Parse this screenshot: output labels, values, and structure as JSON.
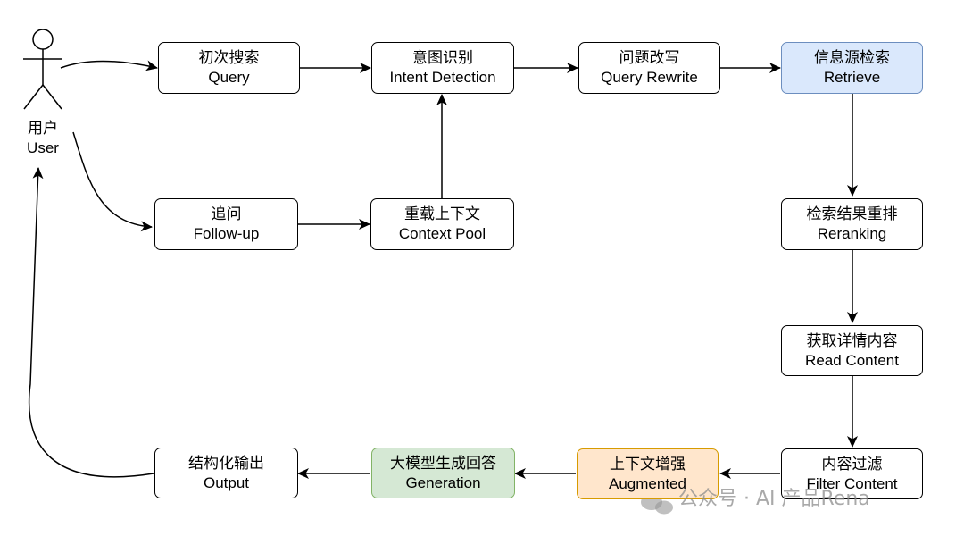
{
  "user": {
    "label_zh": "用户",
    "label_en": "User"
  },
  "nodes": {
    "query": {
      "zh": "初次搜索",
      "en": "Query"
    },
    "intent": {
      "zh": "意图识别",
      "en": "Intent Detection"
    },
    "rewrite": {
      "zh": "问题改写",
      "en": "Query Rewrite"
    },
    "retrieve": {
      "zh": "信息源检索",
      "en": "Retrieve"
    },
    "followup": {
      "zh": "追问",
      "en": "Follow-up"
    },
    "context": {
      "zh": "重载上下文",
      "en": "Context Pool"
    },
    "rerank": {
      "zh": "检索结果重排",
      "en": "Reranking"
    },
    "read": {
      "zh": "获取详情内容",
      "en": "Read Content"
    },
    "filter": {
      "zh": "内容过滤",
      "en": "Filter Content"
    },
    "augmented": {
      "zh": "上下文增强",
      "en": "Augmented"
    },
    "generation": {
      "zh": "大模型生成回答",
      "en": "Generation"
    },
    "output": {
      "zh": "结构化输出",
      "en": "Output"
    }
  },
  "colors": {
    "retrieve_fill": "#dae8fc",
    "retrieve_border": "#6c8ebf",
    "augmented_fill": "#ffe6cc",
    "augmented_border": "#d79b00",
    "generation_fill": "#d5e8d4",
    "generation_border": "#82b366"
  },
  "watermark": {
    "text": "公众号 · AI 产品Rena",
    "icon": "wechat-icon"
  }
}
